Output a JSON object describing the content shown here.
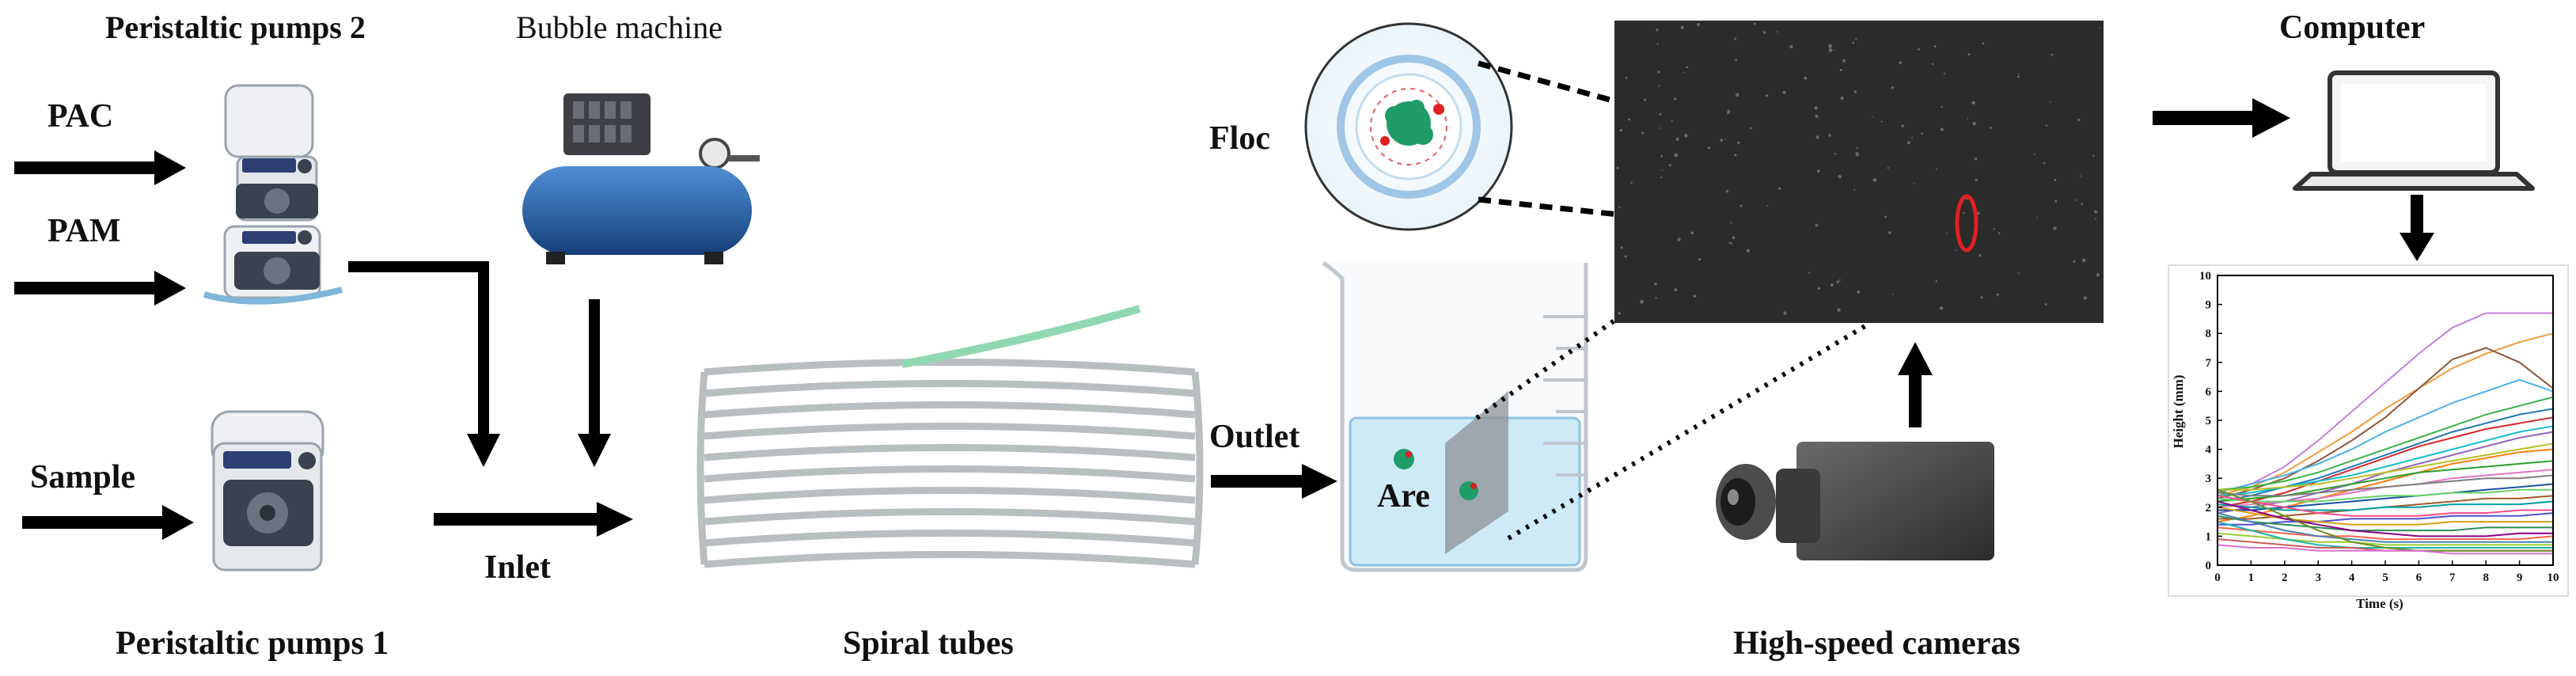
{
  "labels": {
    "pumps2": "Peristaltic pumps 2",
    "bubble": "Bubble machine",
    "pac": "PAC",
    "pam": "PAM",
    "sample": "Sample",
    "inlet": "Inlet",
    "pumps1": "Peristaltic pumps 1",
    "spiral": "Spiral tubes",
    "outlet": "Outlet",
    "floc": "Floc",
    "are": "Are",
    "cameras": "High-speed cameras",
    "computer": "Computer"
  },
  "colors": {
    "arrow": "#000000",
    "pump_body": "#eef0f3",
    "pump_dark": "#3a4250",
    "compressor": "#1f5fae",
    "tube": "#c9cdcf",
    "tube_green": "#8fd8b0",
    "floc_green": "#1f9c6a",
    "beaker_water": "#cfeaf7",
    "camera": "#4a4a4a",
    "image_bg": "#2b2b2b",
    "highlight": "#e02020"
  },
  "icons": [
    "peristaltic-pump-icon",
    "air-compressor-icon",
    "spiral-tube-icon",
    "beaker-icon",
    "camera-icon",
    "laptop-icon"
  ],
  "chart_data": {
    "type": "line",
    "xlabel": "Time (s)",
    "ylabel": "Height (mm)",
    "xlim": [
      0,
      10
    ],
    "ylim": [
      0,
      10
    ],
    "xticks": [
      0,
      1,
      2,
      3,
      4,
      5,
      6,
      7,
      8,
      9,
      10
    ],
    "yticks": [
      0,
      1,
      2,
      3,
      4,
      5,
      6,
      7,
      8,
      9,
      10
    ],
    "grid": false,
    "x": [
      0,
      1,
      2,
      3,
      4,
      5,
      6,
      7,
      8,
      9,
      10
    ],
    "series": [
      {
        "color": "#c77ee0",
        "values": [
          2.5,
          2.8,
          3.4,
          4.3,
          5.3,
          6.3,
          7.3,
          8.2,
          8.7,
          8.7,
          8.7
        ]
      },
      {
        "color": "#f39b3c",
        "values": [
          2.4,
          2.7,
          3.2,
          3.9,
          4.6,
          5.4,
          6.1,
          6.8,
          7.3,
          7.7,
          8.0
        ]
      },
      {
        "color": "#8c5a3c",
        "values": [
          2.3,
          2.6,
          3.0,
          3.6,
          4.3,
          5.1,
          6.1,
          7.1,
          7.5,
          7.0,
          6.1
        ]
      },
      {
        "color": "#4fb0e8",
        "values": [
          2.5,
          2.8,
          3.1,
          3.5,
          4.0,
          4.6,
          5.1,
          5.6,
          6.0,
          6.4,
          6.0
        ]
      },
      {
        "color": "#3cb44b",
        "values": [
          2.6,
          2.7,
          2.9,
          3.2,
          3.6,
          4.0,
          4.4,
          4.8,
          5.2,
          5.5,
          5.8
        ]
      },
      {
        "color": "#1f77b4",
        "values": [
          2.2,
          2.4,
          2.7,
          3.0,
          3.4,
          3.8,
          4.2,
          4.6,
          4.9,
          5.2,
          5.4
        ]
      },
      {
        "color": "#d62728",
        "values": [
          2.0,
          2.2,
          2.5,
          2.9,
          3.3,
          3.7,
          4.1,
          4.4,
          4.7,
          4.9,
          5.1
        ]
      },
      {
        "color": "#17becf",
        "values": [
          2.4,
          2.5,
          2.7,
          2.9,
          3.1,
          3.4,
          3.7,
          4.0,
          4.3,
          4.6,
          4.8
        ]
      },
      {
        "color": "#9467bd",
        "values": [
          1.8,
          2.0,
          2.2,
          2.5,
          2.8,
          3.2,
          3.5,
          3.8,
          4.1,
          4.4,
          4.6
        ]
      },
      {
        "color": "#bcbd22",
        "values": [
          2.6,
          2.6,
          2.7,
          2.8,
          3.0,
          3.2,
          3.4,
          3.6,
          3.8,
          4.0,
          4.2
        ]
      },
      {
        "color": "#ff7f0e",
        "values": [
          1.5,
          1.7,
          2.0,
          2.3,
          2.6,
          2.9,
          3.2,
          3.5,
          3.7,
          3.9,
          4.0
        ]
      },
      {
        "color": "#2ca02c",
        "values": [
          2.2,
          2.3,
          2.4,
          2.6,
          2.8,
          3.0,
          3.2,
          3.3,
          3.4,
          3.5,
          3.6
        ]
      },
      {
        "color": "#e377c2",
        "values": [
          2.0,
          2.1,
          2.2,
          2.3,
          2.5,
          2.7,
          2.8,
          3.0,
          3.1,
          3.2,
          3.3
        ]
      },
      {
        "color": "#7f7f7f",
        "values": [
          2.5,
          2.4,
          2.4,
          2.5,
          2.6,
          2.7,
          2.8,
          2.9,
          3.0,
          3.0,
          3.1
        ]
      },
      {
        "color": "#1a55a0",
        "values": [
          1.9,
          1.9,
          2.0,
          2.1,
          2.2,
          2.3,
          2.4,
          2.5,
          2.6,
          2.7,
          2.8
        ]
      },
      {
        "color": "#6ad06a",
        "values": [
          2.3,
          2.2,
          2.2,
          2.2,
          2.3,
          2.4,
          2.4,
          2.5,
          2.5,
          2.6,
          2.6
        ]
      },
      {
        "color": "#a05a2c",
        "values": [
          1.6,
          1.6,
          1.7,
          1.8,
          1.9,
          2.0,
          2.1,
          2.2,
          2.3,
          2.3,
          2.4
        ]
      },
      {
        "color": "#00a0a0",
        "values": [
          2.1,
          2.0,
          1.9,
          1.9,
          1.9,
          2.0,
          2.0,
          2.1,
          2.1,
          2.1,
          2.2
        ]
      },
      {
        "color": "#ff4a8c",
        "values": [
          2.4,
          2.2,
          2.0,
          1.8,
          1.7,
          1.7,
          1.7,
          1.8,
          1.8,
          1.9,
          1.9
        ]
      },
      {
        "color": "#5050d0",
        "values": [
          1.4,
          1.4,
          1.5,
          1.5,
          1.6,
          1.6,
          1.6,
          1.7,
          1.7,
          1.7,
          1.8
        ]
      },
      {
        "color": "#d4a017",
        "values": [
          2.0,
          1.8,
          1.6,
          1.5,
          1.4,
          1.4,
          1.4,
          1.5,
          1.5,
          1.5,
          1.5
        ]
      },
      {
        "color": "#2e8b57",
        "values": [
          1.7,
          1.5,
          1.4,
          1.3,
          1.2,
          1.2,
          1.2,
          1.2,
          1.3,
          1.3,
          1.3
        ]
      },
      {
        "color": "#8b008b",
        "values": [
          2.2,
          1.9,
          1.6,
          1.4,
          1.2,
          1.1,
          1.0,
          1.0,
          1.0,
          1.1,
          1.1
        ]
      },
      {
        "color": "#ff6347",
        "values": [
          1.3,
          1.2,
          1.1,
          1.0,
          1.0,
          0.9,
          0.9,
          0.9,
          0.9,
          0.9,
          1.0
        ]
      },
      {
        "color": "#4682b4",
        "values": [
          1.8,
          1.5,
          1.2,
          1.0,
          0.9,
          0.8,
          0.8,
          0.8,
          0.8,
          0.8,
          0.8
        ]
      },
      {
        "color": "#9acd32",
        "values": [
          1.1,
          1.0,
          0.9,
          0.8,
          0.8,
          0.7,
          0.7,
          0.7,
          0.7,
          0.7,
          0.7
        ]
      },
      {
        "color": "#20b2aa",
        "values": [
          1.5,
          1.2,
          0.9,
          0.7,
          0.6,
          0.6,
          0.6,
          0.6,
          0.6,
          0.6,
          0.6
        ]
      },
      {
        "color": "#cd5c5c",
        "values": [
          0.9,
          0.8,
          0.7,
          0.6,
          0.6,
          0.5,
          0.5,
          0.5,
          0.5,
          0.5,
          0.5
        ]
      },
      {
        "color": "#6b8e23",
        "values": [
          2.6,
          2.2,
          1.7,
          1.2,
          0.8,
          0.6,
          0.5,
          0.5,
          0.5,
          0.5,
          0.5
        ]
      },
      {
        "color": "#da70d6",
        "values": [
          0.7,
          0.6,
          0.6,
          0.5,
          0.5,
          0.5,
          0.5,
          0.4,
          0.4,
          0.4,
          0.4
        ]
      }
    ]
  }
}
